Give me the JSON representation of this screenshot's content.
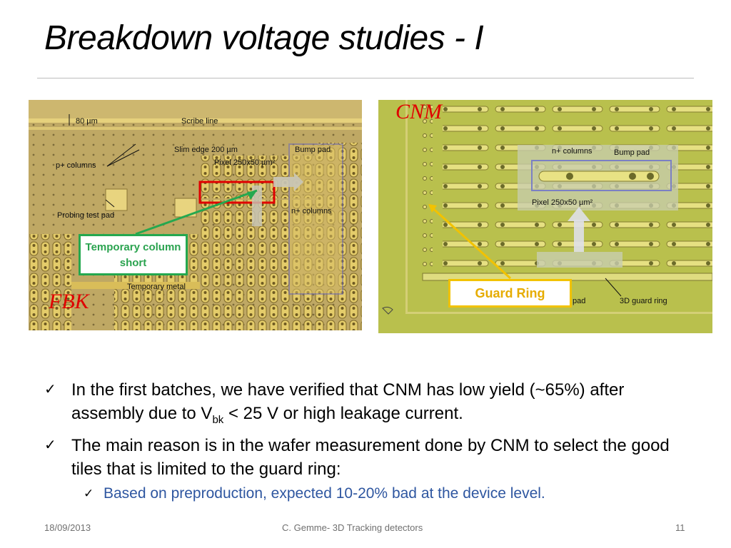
{
  "slide": {
    "title": "Breakdown voltage studies - I",
    "footer_date": "18/09/2013",
    "footer_center": "C. Gemme- 3D Tracking detectors",
    "footer_page": "11"
  },
  "fbk_image": {
    "corner_label": "FBK",
    "labels": {
      "dim": "80 µm",
      "scribe": "Scribe line",
      "slim_edge": "Slim edge 200 µm",
      "pixel": "Pixel 250x50 µm²",
      "bump": "Bump pad",
      "pcols": "p+ columns",
      "ncols": "n+ columns",
      "probing": "Probing test pad",
      "temp_metal": "Temporary metal"
    },
    "callout": "Temporary column short"
  },
  "cnm_image": {
    "corner_label": "CNM",
    "labels": {
      "ncols": "n+ columns",
      "bump": "Bump pad",
      "pixel": "Pixel 250x50 µm²",
      "pad": "pad",
      "guard3d": "3D guard ring"
    },
    "callout": "Guard Ring"
  },
  "bullets": {
    "b1_pre": "In the first batches, we have verified that CNM has low yield (~65%) after assembly due to V",
    "b1_sub": "bk",
    "b1_post": " < 25 V or high leakage current.",
    "b2": "The main reason is in the wafer measurement done by CNM to select the good tiles that is limited to the guard ring:",
    "b3": "Based on preproduction, expected 10-20% bad at the device level.",
    "check_glyph": "✓"
  }
}
